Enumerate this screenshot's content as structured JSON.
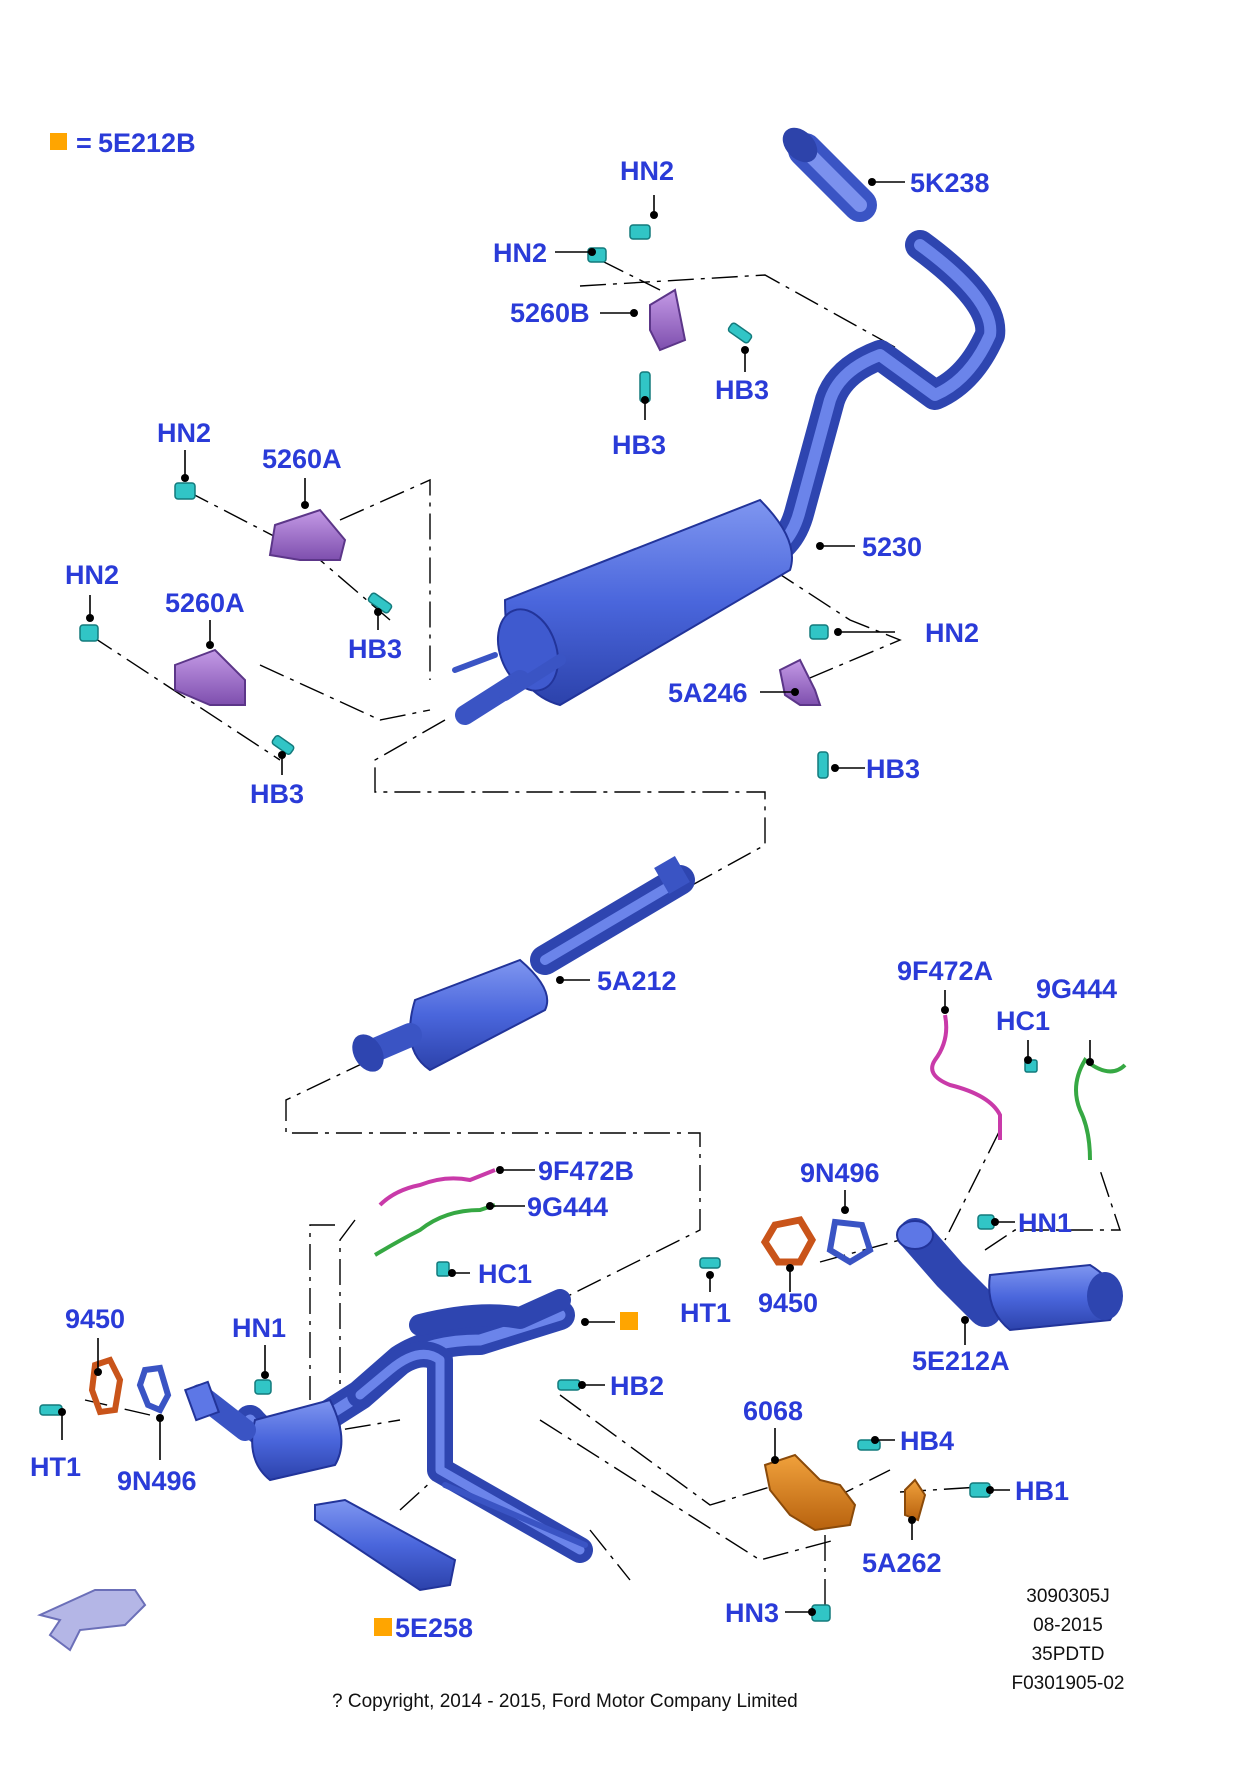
{
  "colors": {
    "label": "#2a3bd8",
    "part_blue": "#4763d8",
    "part_blue_dark": "#2e45b0",
    "fastener_cyan": "#31c5c6",
    "bracket_purple": "#9a6ac4",
    "heat_shield_orange": "#d27a16",
    "sensor_magenta": "#c93aa9",
    "sensor_green": "#36a843",
    "gasket_red": "#c9541a",
    "legend_marker": "#ffa500"
  },
  "legend": {
    "eq": "=",
    "code": "5E212B"
  },
  "callouts": {
    "hn2_a": "HN2",
    "hn2_b": "HN2",
    "5260b": "5260B",
    "hb3_a": "HB3",
    "hb3_b": "HB3",
    "5k238": "5K238",
    "hn2_c": "HN2",
    "5260a_1": "5260A",
    "hb3_c": "HB3",
    "hn2_d": "HN2",
    "5260a_2": "5260A",
    "hb3_d": "HB3",
    "5230": "5230",
    "hn2_e": "HN2",
    "5a246": "5A246",
    "hb3_e": "HB3",
    "5a212": "5A212",
    "9f472a": "9F472A",
    "9g444_r": "9G444",
    "hc1_r": "HC1",
    "9n496_r": "9N496",
    "hn1_r": "HN1",
    "ht1_r": "HT1",
    "9450_r": "9450",
    "5e212a": "5E212A",
    "9f472b": "9F472B",
    "9g444_l": "9G444",
    "hc1_l": "HC1",
    "9450_l": "9450",
    "hn1_l": "HN1",
    "hb2": "HB2",
    "ht1_l": "HT1",
    "9n496_l": "9N496",
    "6068": "6068",
    "hb4": "HB4",
    "hb1": "HB1",
    "5a262": "5A262",
    "hn3": "HN3",
    "5e258": "5E258"
  },
  "meta": {
    "line1": "3090305J",
    "line2": "08-2015",
    "line3": "35PDTD",
    "line4": "F0301905-02"
  },
  "copyright": "? Copyright, 2014 - 2015, Ford Motor Company Limited"
}
